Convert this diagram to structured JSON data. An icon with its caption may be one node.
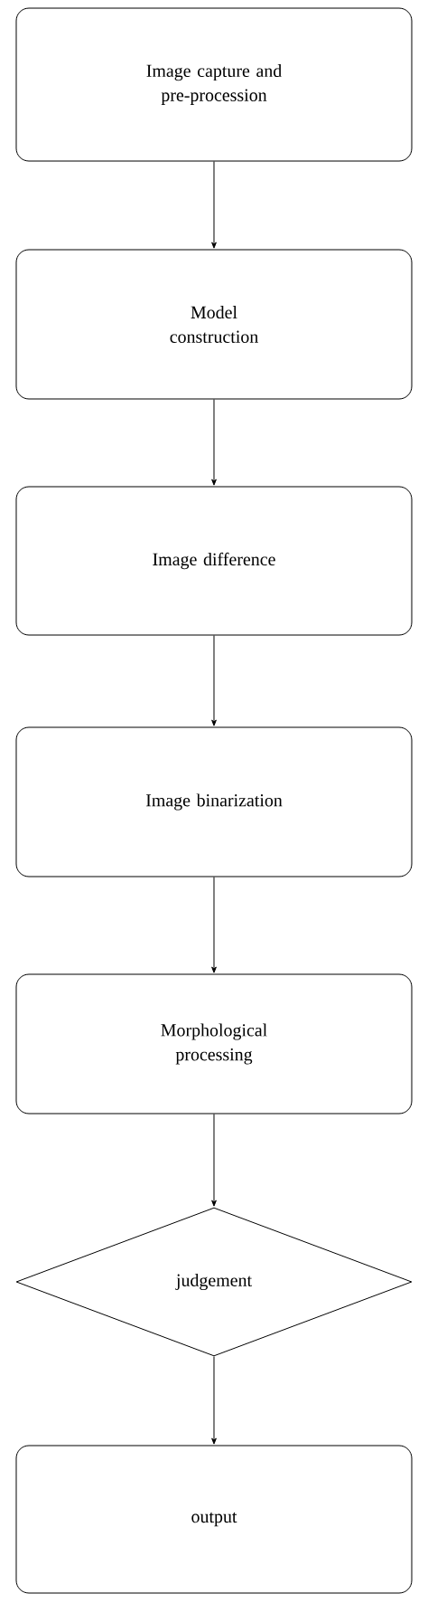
{
  "diagram": {
    "nodes": [
      {
        "text": [
          "Image capture and pre-procession"
        ]
      },
      {
        "text": [
          "Model construction"
        ]
      },
      {
        "text": [
          "Image difference"
        ]
      },
      {
        "text": [
          "Image binarization"
        ]
      },
      {
        "text": [
          "Morphological processing"
        ]
      },
      {
        "text": [
          "judgement"
        ]
      },
      {
        "text": [
          "output"
        ]
      }
    ],
    "edges": [
      {
        "from": 0,
        "to": 1,
        "arrow": "to"
      },
      {
        "from": 1,
        "to": 2,
        "arrow": "to"
      },
      {
        "from": 2,
        "to": 3,
        "arrow": "to"
      },
      {
        "from": 3,
        "to": 4,
        "arrow": "to"
      },
      {
        "from": 4,
        "to": 5,
        "arrow": "to"
      },
      {
        "from": 5,
        "to": 6,
        "arrow": "to"
      }
    ]
  }
}
